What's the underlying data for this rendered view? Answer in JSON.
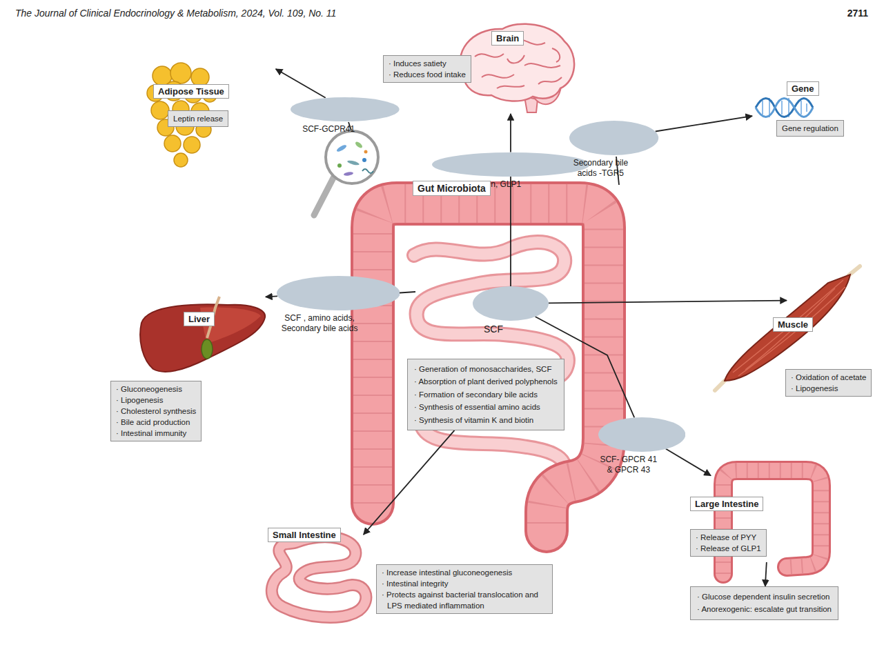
{
  "diagram": {
    "nodes": [
      {
        "text": [
          "Brain",
          "· Induces satiety",
          "· Reduces food intake"
        ]
      },
      {
        "text": [
          "Adipose Tissue",
          "Leptin release"
        ]
      },
      {
        "text": [
          "Gene",
          "Gene regulation"
        ]
      },
      {
        "text": [
          "SCF-GCPR41"
        ]
      },
      {
        "text": [
          "PYY, Leptin, GLP1"
        ]
      },
      {
        "text": [
          "Secondary bile acids -TGR5"
        ]
      },
      {
        "text": [
          "Gut Microbiota"
        ]
      },
      {
        "text": [
          "Liver",
          "· Gluconeogenesis",
          "· Lipogenesis",
          "· Cholesterol synthesis",
          "· Bile acid production",
          "· Intestinal immunity"
        ]
      },
      {
        "text": [
          "SCF , amino acids, Secondary bile acids"
        ]
      },
      {
        "text": [
          "SCF"
        ]
      },
      {
        "text": [
          "Muscle",
          "· Oxidation of acetate",
          "· Lipogenesis"
        ]
      },
      {
        "text": [
          "· Generation of monosaccharides, SCF",
          "· Absorption of plant derived polyphenols",
          "· Formation of secondary bile acids",
          "· Synthesis of essential amino acids",
          "· Synthesis of vitamin K and biotin"
        ]
      },
      {
        "text": [
          "SCF- GPCR 41 & GPCR 43"
        ]
      },
      {
        "text": [
          "Small Intestine",
          "· Increase intestinal gluconeogenesis",
          "· Intestinal integrity",
          "· Protects against bacterial translocation and LPS mediated inflammation"
        ]
      },
      {
        "text": [
          "Large Intestine",
          "· Release of PYY",
          "· Release of GLP1"
        ]
      },
      {
        "text": [
          "· Glucose dependent insulin secretion",
          "· Anorexogenic: escalate gut transition"
        ]
      }
    ],
    "edges": [
      {
        "from": 9,
        "to": 4,
        "arrow": "none"
      },
      {
        "from": 4,
        "to": 0,
        "arrow": "to"
      },
      {
        "from": 3,
        "to": 1,
        "arrow": "to"
      },
      {
        "from": 5,
        "to": 2,
        "arrow": "to"
      },
      {
        "from": 8,
        "to": 7,
        "arrow": "to"
      },
      {
        "from": 9,
        "to": 10,
        "arrow": "to"
      },
      {
        "from": 9,
        "to": 12,
        "arrow": "none"
      },
      {
        "from": 12,
        "to": 14,
        "arrow": "to"
      },
      {
        "from": 11,
        "to": 13,
        "arrow": "to"
      },
      {
        "from": 14,
        "to": 15,
        "arrow": "to"
      }
    ],
    "labels": [
      "The Journal of Clinical Endocrinology & Metabolism, 2024, Vol. 109, No. 11",
      "2711"
    ]
  }
}
